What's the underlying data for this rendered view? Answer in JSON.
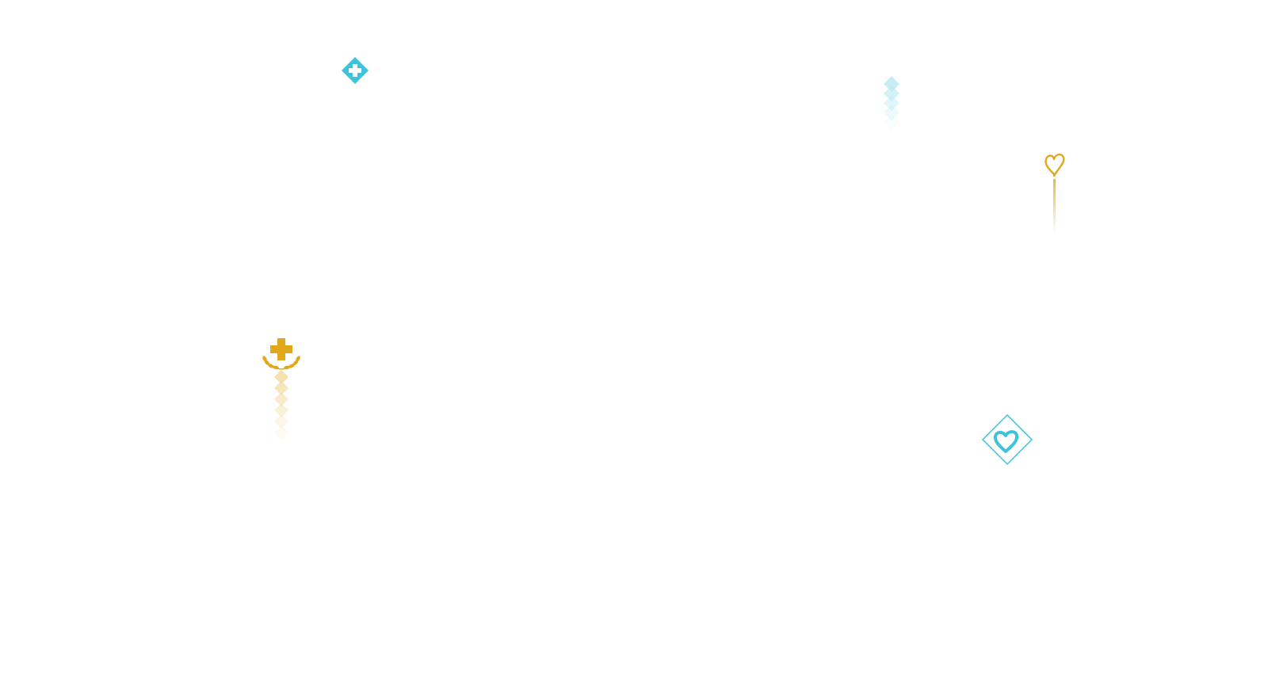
{
  "colors": {
    "background": "#ffffff",
    "cyan": "#3ec3dc",
    "cyan_light": "#bdeaf3",
    "gold": "#e0a81a",
    "gold_light": "#f3dba0"
  },
  "markers": [
    {
      "id": "cyan-cross-marker",
      "icon": "cross-diamond-icon",
      "color": "cyan",
      "trail": "dotted-line"
    },
    {
      "id": "cyan-faded-marker",
      "icon": "stacked-diamonds-icon",
      "color": "cyan_light",
      "trail": "fade"
    },
    {
      "id": "gold-heart-marker",
      "icon": "heart-outline-icon",
      "color": "gold",
      "trail": "solid-line"
    },
    {
      "id": "gold-laurel-cross-marker",
      "icon": "laurel-cross-icon",
      "color": "gold",
      "trail": "diamond-stack"
    },
    {
      "id": "cyan-heart-diamond-marker",
      "icon": "heart-diamond-icon",
      "color": "cyan",
      "trail": "dotted-line"
    }
  ]
}
